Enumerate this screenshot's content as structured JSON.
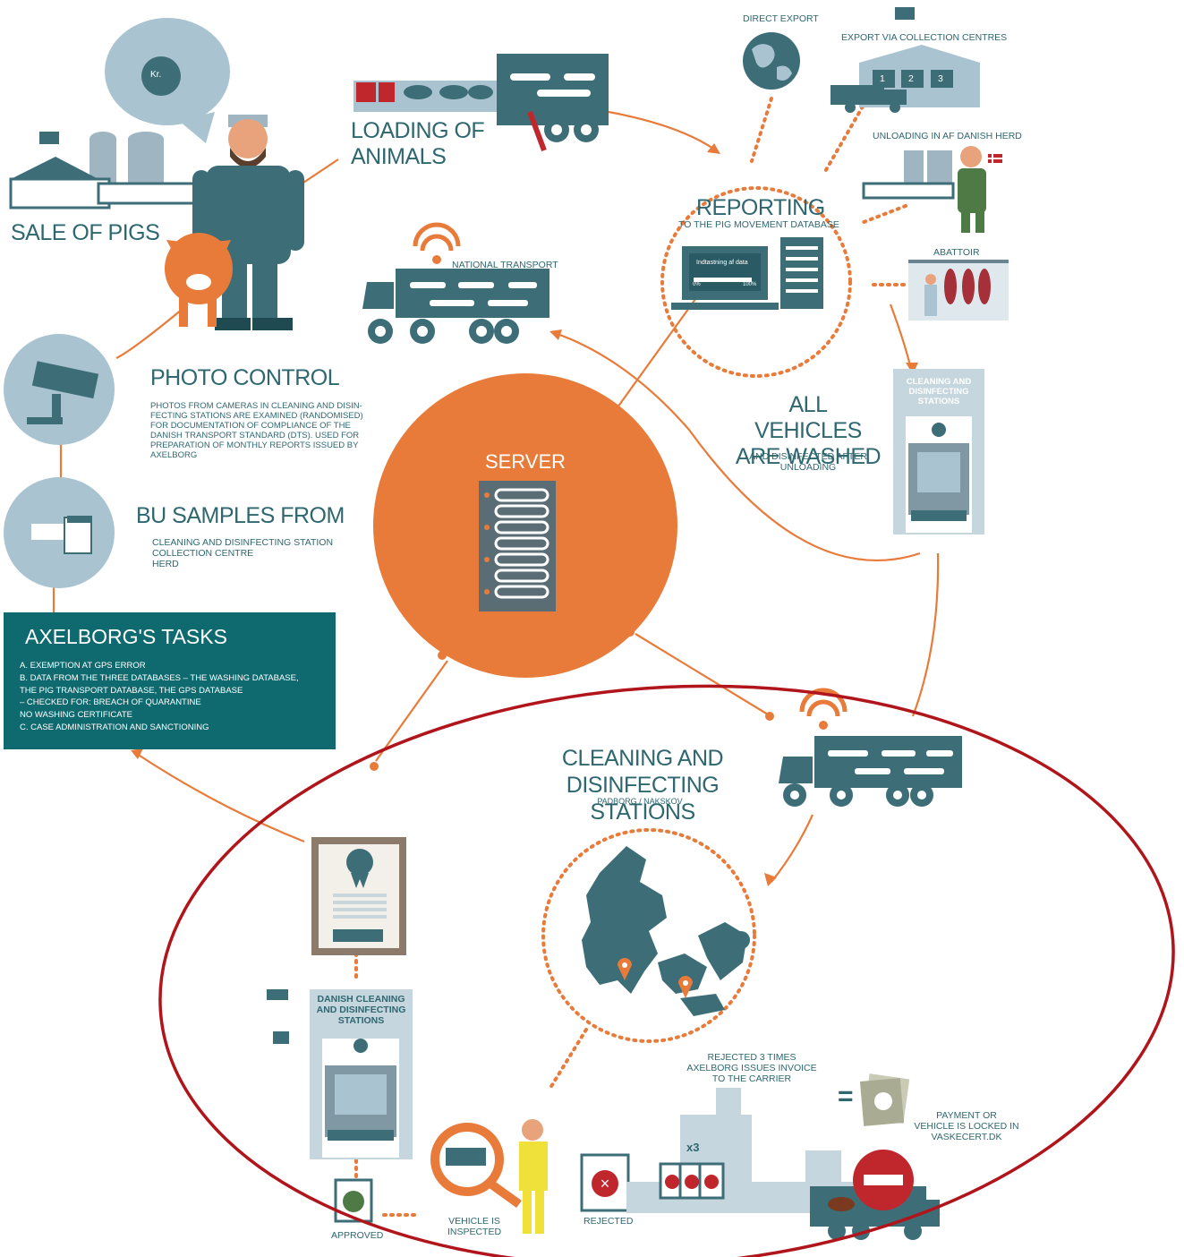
{
  "diagram": {
    "server": {
      "label": "SERVER"
    },
    "sale": {
      "title": "SALE OF PIGS",
      "bubble_text": "Kr."
    },
    "loading": {
      "title": "LOADING OF\nANIMALS"
    },
    "export": {
      "direct": "DIRECT EXPORT",
      "collection": "EXPORT VIA COLLECTION CENTRES",
      "collection_numbers": [
        "1",
        "2",
        "3"
      ],
      "unloading": "UNLOADING IN AF DANISH HERD",
      "abattoir": "ABATTOIR"
    },
    "reporting": {
      "title": "REPORTING",
      "subtitle": "TO THE PIG MOVEMENT DATABASE",
      "screen_text": "Indtastning af data",
      "screen_left": "0%",
      "screen_right": "100%"
    },
    "national_transport": {
      "label": "NATIONAL TRANSPORT"
    },
    "washed": {
      "title": "ALL VEHICLES\nARE WASHED",
      "subtitle": "AND DISINFECTED AFTER\nUNLOADING",
      "station_sign": "CLEANING AND\nDISINFECTING\nSTATIONS"
    },
    "photo_control": {
      "title": "PHOTO CONTROL",
      "text": "PHOTOS FROM CAMERAS IN CLEANING AND DISIN-\nFECTING STATIONS ARE EXAMINED (RANDOMISED)\nFOR DOCUMENTATION OF COMPLIANCE OF THE\nDANISH TRANSPORT STANDARD (DTS). USED FOR\nPREPARATION OF MONTHLY REPORTS ISSUED BY\nAXELBORG"
    },
    "bu_samples": {
      "title": "BU SAMPLES FROM",
      "text": "CLEANING AND DISINFECTING STATION\nCOLLECTION CENTRE\nHERD"
    },
    "tasks": {
      "title": "AXELBORG'S TASKS",
      "text": "A. EXEMPTION AT GPS ERROR\nB. DATA FROM THE THREE DATABASES – THE WASHING DATABASE,\n    THE PIG TRANSPORT DATABASE, THE GPS DATABASE\n    – CHECKED FOR: BREACH OF QUARANTINE\n    NO WASHING CERTIFICATE\nC. CASE ADMINISTRATION AND SANCTIONING"
    },
    "stations": {
      "title": "CLEANING AND\nDISINFECTING STATIONS",
      "subtitle": "PADBORG / NAKSKOV"
    },
    "danish_stations": {
      "sign": "DANISH CLEANING\nAND DISINFECTING\nSTATIONS"
    },
    "flow": {
      "approved": "APPROVED",
      "inspected": "VEHICLE IS\nINSPECTED",
      "rejected": "REJECTED",
      "times": "x3",
      "rejected3": "REJECTED 3 TIMES\nAXELBORG ISSUES INVOICE\nTO THE CARRIER",
      "equals": "=",
      "payment": "PAYMENT OR\nVEHICLE IS LOCKED IN\nVASKECERT.DK"
    },
    "colors": {
      "teal": "#3d6e78",
      "dark_teal": "#0f6a6f",
      "orange": "#e87b3a",
      "light_blue": "#a9c3d0",
      "red_highlight": "#b0151b"
    }
  }
}
